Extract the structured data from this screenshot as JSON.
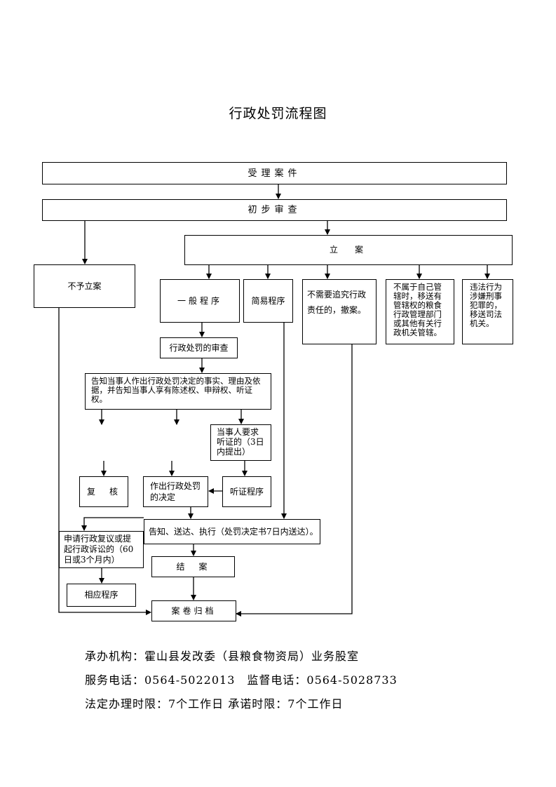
{
  "title": "行政处罚流程图",
  "nodes": {
    "accept": "受理案件",
    "preliminary": "初步审查",
    "file": "立　案",
    "not_file": "不予立案",
    "general": "一般程序",
    "simple": "简易程序",
    "no_liability": "不需要追究行政责任的，撤案。",
    "transfer_admin": "不属于自己管辖时，移送有管辖权的粮食行政管理部门或其他有关行政机关管辖。",
    "transfer_judicial": "违法行为涉嫌刑事犯罪的，移送司法机关。",
    "review": "行政处罚的审查",
    "notify": "告知当事人作出行政处罚决定的事实、理由及依据，并告知当事人享有陈述权、申辩权、听证权。",
    "hearing_request": "当事人要求听证的（3日内提出）",
    "recheck": "复　核",
    "decision": "作出行政处罚的决定",
    "hearing": "听证程序",
    "deliver": "告知、送达、执行（处罚决定书7日内送达）。",
    "appeal": "申请行政复议或提起行政诉讼的（60日或3个月内）",
    "close": "结　案",
    "procedure": "相应程序",
    "archive": "案卷归档"
  },
  "footer": {
    "agency": "承办机构：霍山县发改委（县粮食物资局）业务股室",
    "phones": "服务电话：0564-5022013　监督电话：0564-5028733",
    "time_limit": "法定办理时限：7个工作日 承诺时限：7个工作日"
  }
}
